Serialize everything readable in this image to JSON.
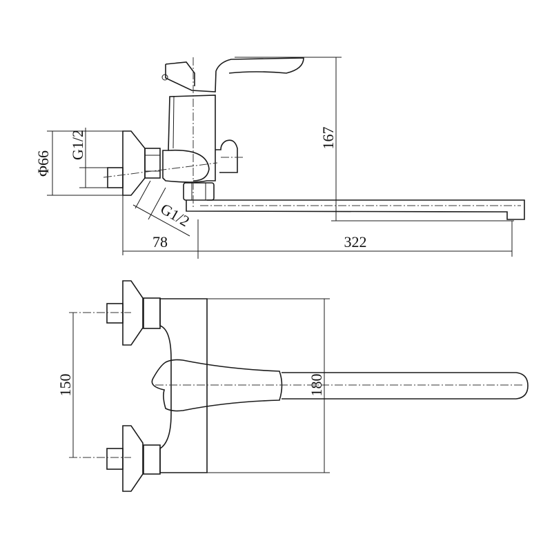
{
  "drawing": {
    "title": "Wall-mounted single-lever faucet technical drawing",
    "side_view": {
      "dim_height": "167",
      "dim_flange_diameter": "Φ66",
      "dim_thread_inlet": "G1/2",
      "dim_thread_outlet": "G1/2",
      "dim_depth_wall": "78",
      "dim_spout_reach": "322"
    },
    "top_view": {
      "dim_inlet_spacing": "150",
      "dim_body_height": "180"
    }
  }
}
